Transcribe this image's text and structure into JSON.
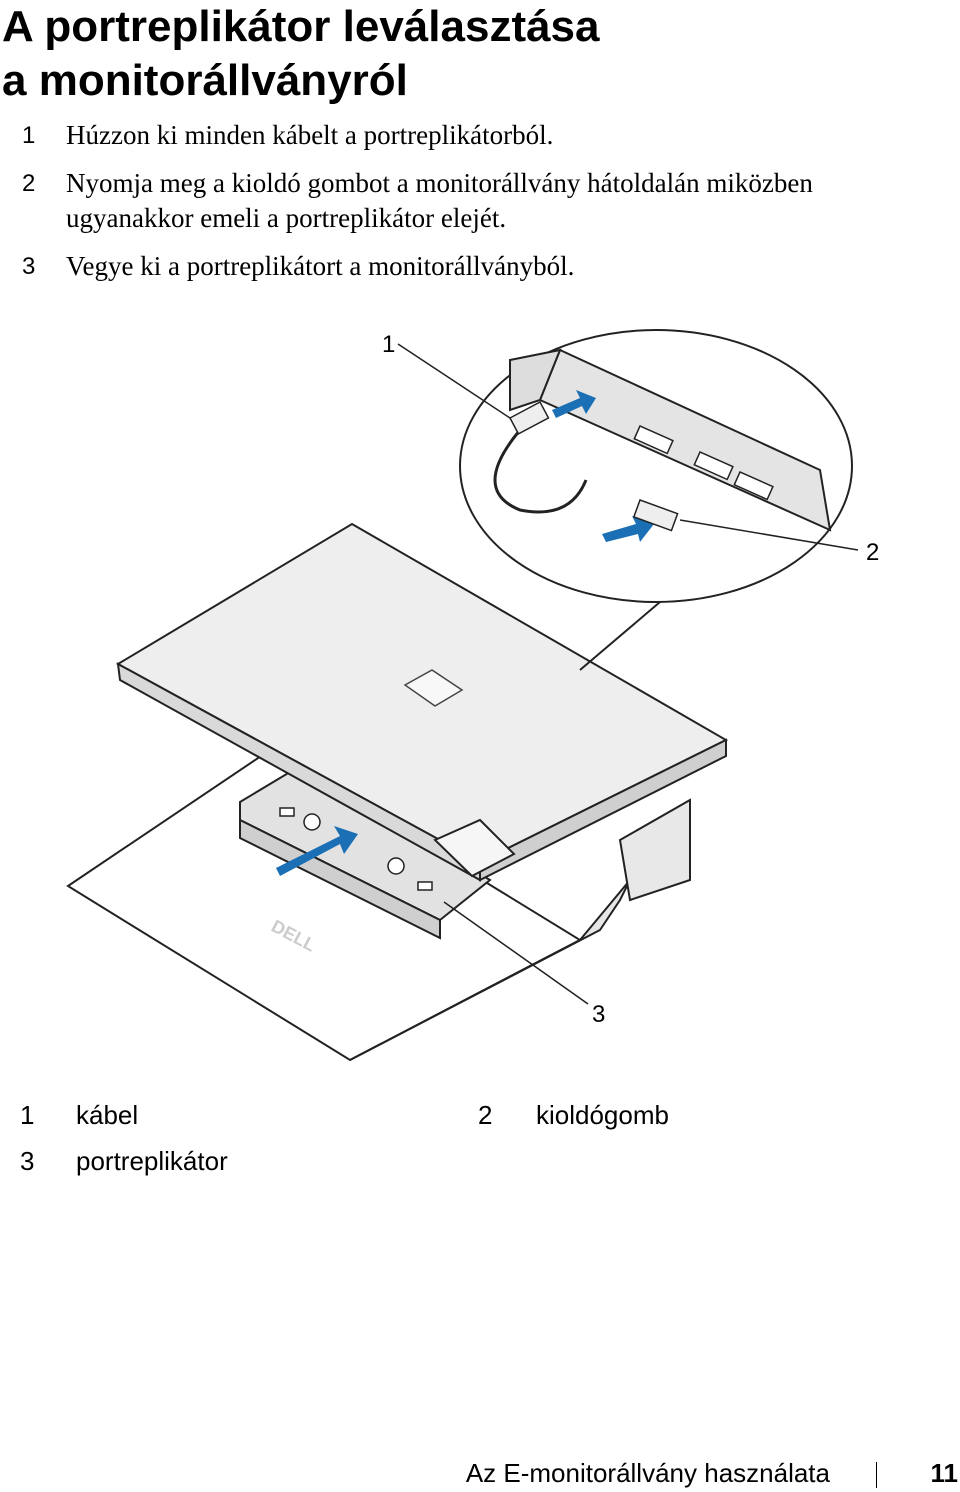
{
  "title": {
    "line1": "A portreplikátor leválasztása",
    "line2": "a monitorállványról"
  },
  "steps": [
    {
      "num": "1",
      "text": "Húzzon ki minden kábelt a portreplikátorból."
    },
    {
      "num": "2",
      "text": "Nyomja meg a kioldó gombot a monitorállvány hátoldalán miközben ugyanakkor emeli a portreplikátor elejét."
    },
    {
      "num": "3",
      "text": "Vegye ki a portreplikátort a monitorállványból."
    }
  ],
  "figure": {
    "callouts": [
      "1",
      "2",
      "3"
    ],
    "logo_text": "DELL"
  },
  "legend": [
    {
      "num": "1",
      "text": "kábel"
    },
    {
      "num": "2",
      "text": "kioldógomb"
    },
    {
      "num": "3",
      "text": "portreplikátor"
    }
  ],
  "footer": {
    "section": "Az E-monitorállvány használata",
    "page": "11"
  },
  "colors": {
    "arrow": "#1a6fb5",
    "device_fill": "#eeeeee",
    "outline": "#222222"
  }
}
